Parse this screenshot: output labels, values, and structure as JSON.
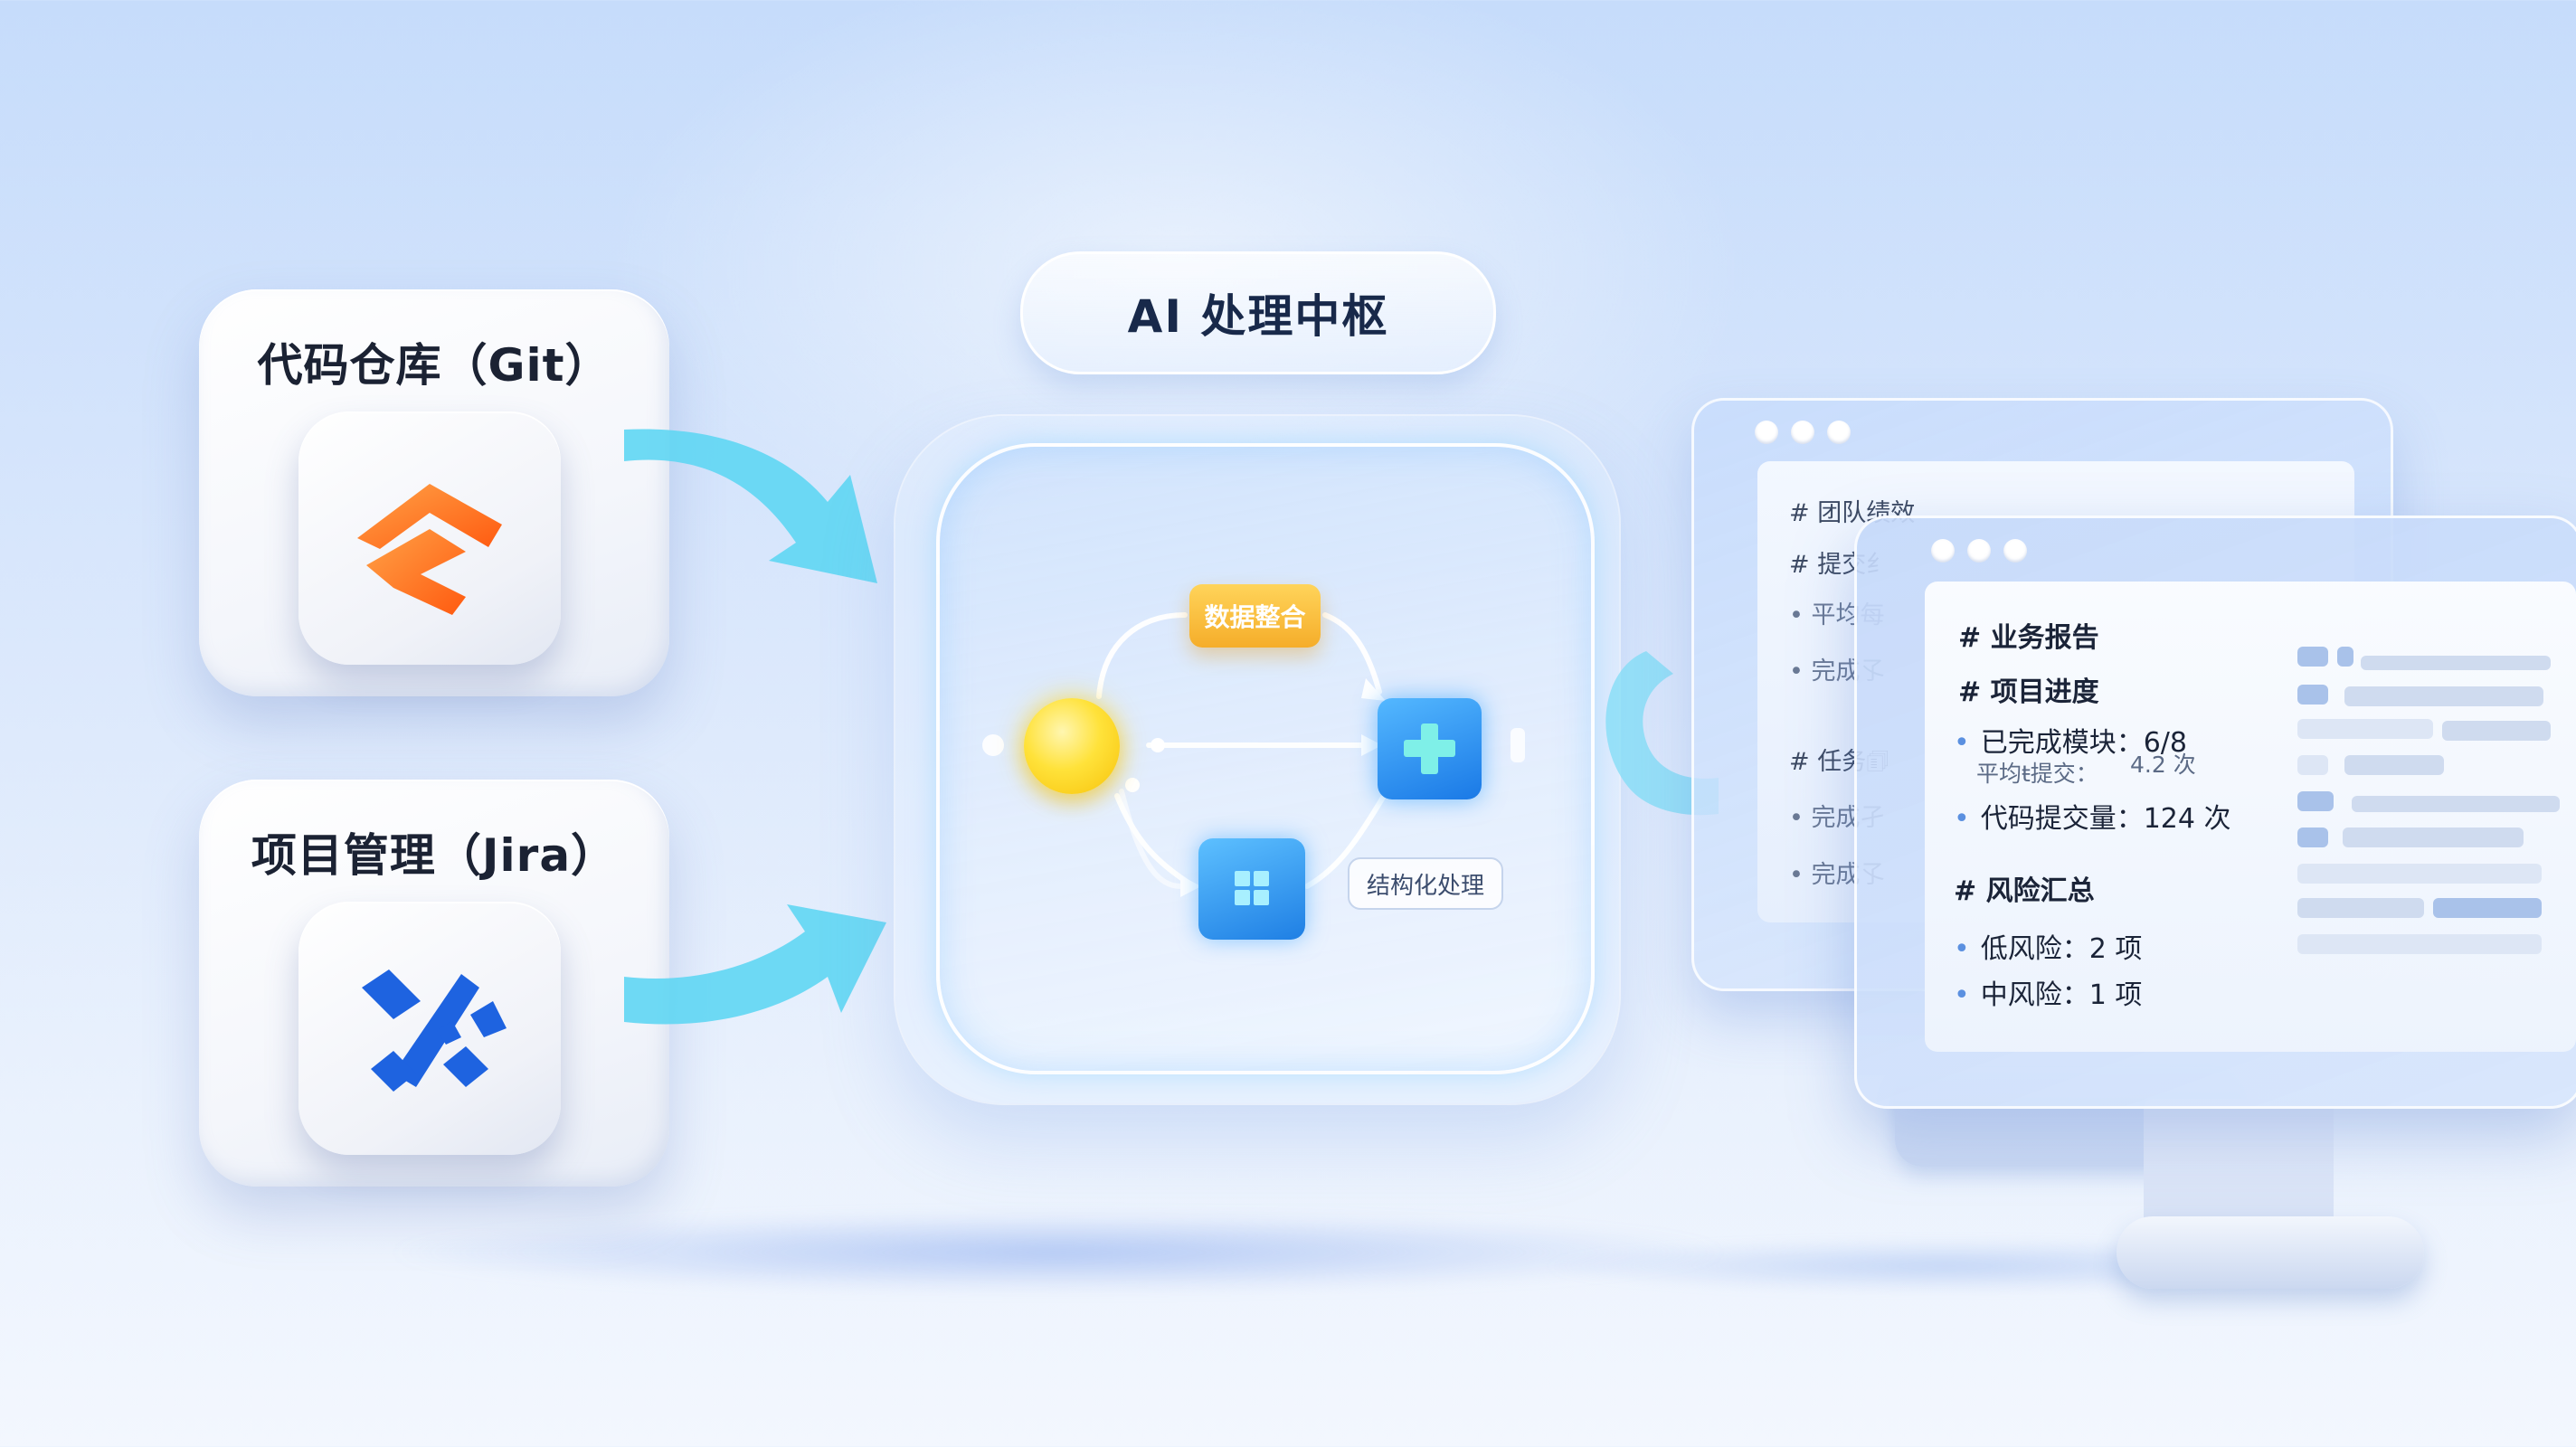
{
  "sources": [
    {
      "title": "代码仓库（Git）",
      "icon": "git-logo-icon"
    },
    {
      "title": "项目管理（Jira）",
      "icon": "jira-logo-icon"
    }
  ],
  "hub": {
    "title": "AI 处理中枢",
    "data_integration": "数据整合",
    "structuring": "结构化处理"
  },
  "back_report": {
    "lines": [
      "# 团队绩效",
      "# 提交纟",
      "• 平均每",
      "• 完成孓",
      "# 任务🗊",
      "• 完成孑",
      "• 完成孓"
    ]
  },
  "report": {
    "title": "# 业务报告",
    "progress_heading": "# 项目进度",
    "completed_modules": "已完成模块：6/8",
    "avg_commit_label": "平均ŧ提交：",
    "avg_commit_value": "4.2 次",
    "code_commits": "代码提交量：124 次",
    "risk_heading": "# 风险汇总",
    "low_risk": "低风险：2 项",
    "mid_risk": "中风险：1 项"
  },
  "colors": {
    "arrow": "#5fd6f3",
    "git_icon": "#ff7a1f",
    "jira_icon": "#1e63e0",
    "gold_chip": "#f5b32e",
    "node_blue": "#2a8bf0"
  }
}
